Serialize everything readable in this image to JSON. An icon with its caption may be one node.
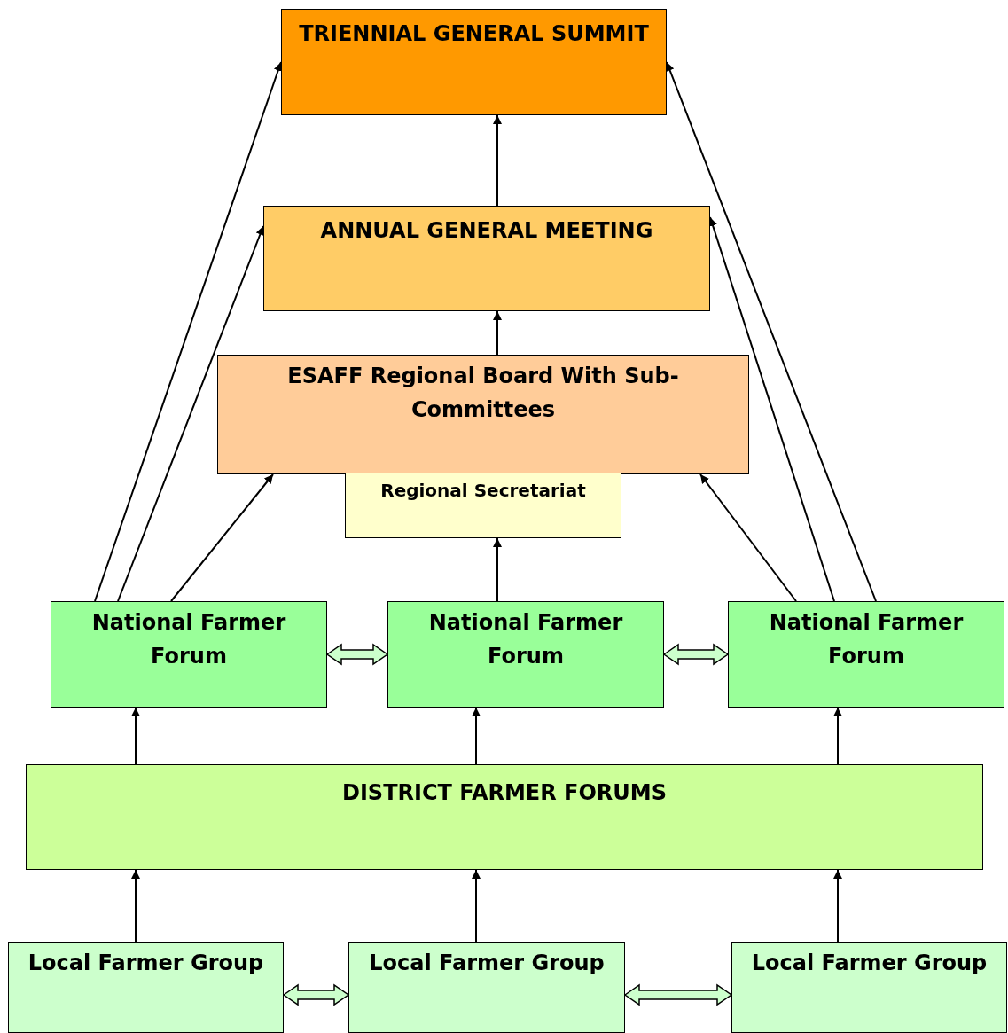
{
  "diagram": {
    "nodes": [
      {
        "text": [
          "TRIENNIAL GENERAL SUMMIT"
        ]
      },
      {
        "text": [
          "ANNUAL GENERAL MEETING"
        ]
      },
      {
        "text": [
          "ESAFF Regional Board With Sub-Committees"
        ]
      },
      {
        "text": [
          "Regional Secretariat"
        ]
      },
      {
        "text": [
          "National Farmer Forum"
        ]
      },
      {
        "text": [
          "National Farmer Forum"
        ]
      },
      {
        "text": [
          "National Farmer Forum"
        ]
      },
      {
        "text": [
          "DISTRICT FARMER FORUMS"
        ]
      },
      {
        "text": [
          "Local Farmer Group"
        ]
      },
      {
        "text": [
          "Local Farmer Group"
        ]
      },
      {
        "text": [
          "Local Farmer Group"
        ]
      }
    ],
    "edges": [
      {
        "from": 1,
        "to": 0,
        "arrow": "to"
      },
      {
        "from": 2,
        "to": 1,
        "arrow": "to"
      },
      {
        "from": 5,
        "to": 3,
        "arrow": "to"
      },
      {
        "from": 4,
        "to": 0,
        "arrow": "to"
      },
      {
        "from": 4,
        "to": 1,
        "arrow": "to"
      },
      {
        "from": 4,
        "to": 2,
        "arrow": "to"
      },
      {
        "from": 6,
        "to": 0,
        "arrow": "to"
      },
      {
        "from": 6,
        "to": 1,
        "arrow": "to"
      },
      {
        "from": 6,
        "to": 2,
        "arrow": "to"
      },
      {
        "from": 4,
        "to": 5,
        "arrow": "both",
        "style": "thick",
        "color": "#ccffcc"
      },
      {
        "from": 5,
        "to": 6,
        "arrow": "both",
        "style": "thick",
        "color": "#ccffcc"
      },
      {
        "from": 7,
        "to": 4,
        "arrow": "to"
      },
      {
        "from": 7,
        "to": 5,
        "arrow": "to"
      },
      {
        "from": 7,
        "to": 6,
        "arrow": "to"
      },
      {
        "from": 8,
        "to": 7,
        "arrow": "to"
      },
      {
        "from": 9,
        "to": 7,
        "arrow": "to"
      },
      {
        "from": 10,
        "to": 7,
        "arrow": "to"
      },
      {
        "from": 8,
        "to": 9,
        "arrow": "both",
        "style": "thick",
        "color": "#ccffcc"
      },
      {
        "from": 9,
        "to": 10,
        "arrow": "both",
        "style": "thick",
        "color": "#ccffcc"
      }
    ]
  }
}
